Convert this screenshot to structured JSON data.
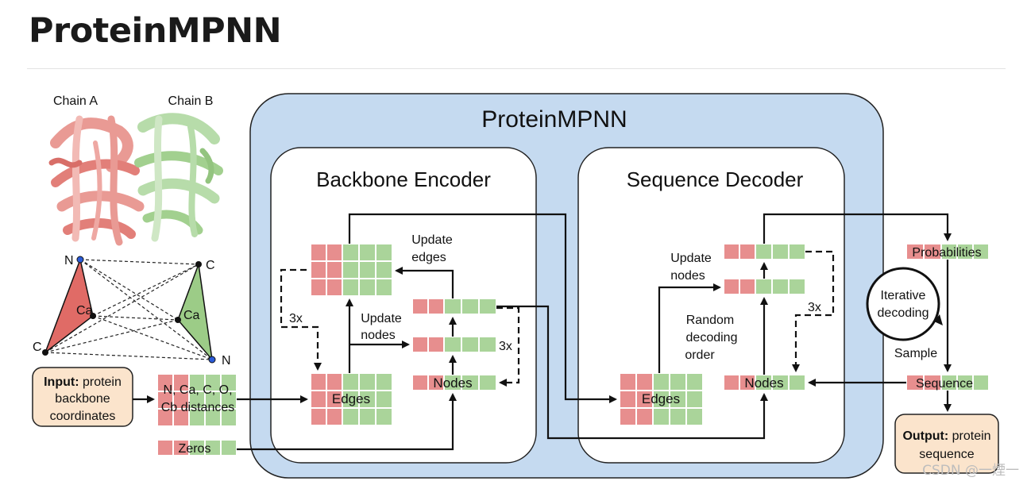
{
  "page": {
    "heading": "ProteinMPNN",
    "watermark": "CSDN @一煙一"
  },
  "colors": {
    "residue_red": "#e78e8e",
    "feature_green": "#aad49a",
    "panel_blue": "#c5daf0",
    "input_box": "#fbe4cc",
    "chain_a": "#e99a94",
    "chain_b": "#b7dcaa",
    "atom_blue": "#2a5bd7"
  },
  "structure": {
    "chain_a_label": "Chain A",
    "chain_b_label": "Chain B"
  },
  "geometry": {
    "n1": "N",
    "c1": "C",
    "ca1": "Ca",
    "c2": "C",
    "n2": "N",
    "ca2": "Ca"
  },
  "input_box": {
    "title": "Input:",
    "text1": " protein",
    "text2": "backbone",
    "text3": "coordinates"
  },
  "distances": {
    "line1": "N, Ca, C, O,",
    "line2": "Cb distances"
  },
  "zeros": "Zeros",
  "main": {
    "title": "ProteinMPNN"
  },
  "encoder": {
    "title": "Backbone Encoder",
    "update_edges_1": "Update",
    "update_edges_2": "edges",
    "update_nodes_1": "Update",
    "update_nodes_2": "nodes",
    "repeat_left": "3x",
    "repeat_right": "3x",
    "edges_label": "Edges",
    "nodes_label": "Nodes"
  },
  "decoder": {
    "title": "Sequence Decoder",
    "update_nodes_1": "Update",
    "update_nodes_2": "nodes",
    "random_1": "Random",
    "random_2": "decoding",
    "random_3": "order",
    "repeat": "3x",
    "edges_label": "Edges",
    "nodes_label": "Nodes"
  },
  "output_side": {
    "probabilities": "Probabilities",
    "iterative_1": "Iterative",
    "iterative_2": "decoding",
    "sample": "Sample",
    "sequence": "Sequence",
    "output_title": "Output:",
    "output_text1": " protein",
    "output_text2": "sequence"
  }
}
